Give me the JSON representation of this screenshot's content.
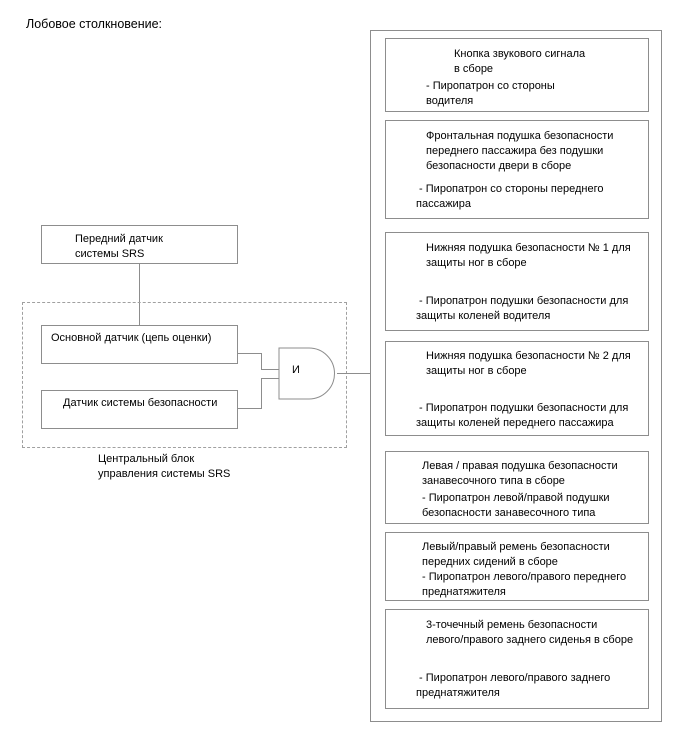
{
  "title": "Лобовое столкновение:",
  "left_column": {
    "front_sensor": "Передний датчик\nсистемы SRS",
    "main_sensor": "Основной датчик (цепь оценки)",
    "safety_sensor": "Датчик системы безопасности",
    "ecu_caption": "Центральный блок\nуправления системы SRS",
    "and_gate_label": "И"
  },
  "outputs": [
    {
      "header": "Кнопка звукового сигнала\nв сборе",
      "detail": "- Пиропатрон со стороны\nводителя"
    },
    {
      "header": "Фронтальная подушка безопасности\nпереднего пассажира без подушки\nбезопасности двери в сборе",
      "detail": " - Пиропатрон со стороны переднего\nпассажира"
    },
    {
      "header": "Нижняя подушка безопасности № 1 для\nзащиты ног в сборе",
      "detail": " - Пиропатрон подушки безопасности для\nзащиты коленей водителя"
    },
    {
      "header": "Нижняя подушка безопасности № 2 для\nзащиты ног в сборе",
      "detail": " - Пиропатрон подушки безопасности для\nзащиты коленей переднего пассажира"
    },
    {
      "header": "Левая / правая подушка безопасности\nзанавесочного типа в сборе",
      "detail": "- Пиропатрон левой/правой подушки\nбезопасности занавесочного типа"
    },
    {
      "header": "Левый/правый ремень безопасности\nпередних сидений в сборе",
      "detail": "- Пиропатрон левого/правого переднего\nпреднатяжителя"
    },
    {
      "header": "3-точечный ремень безопасности\nлевого/правого заднего сиденья в сборе",
      "detail": " - Пиропатрон левого/правого заднего\nпреднатяжителя"
    }
  ],
  "colors": {
    "line": "#8d8d8d",
    "dashed": "#a0a0a0",
    "text": "#000000",
    "background": "#ffffff"
  }
}
